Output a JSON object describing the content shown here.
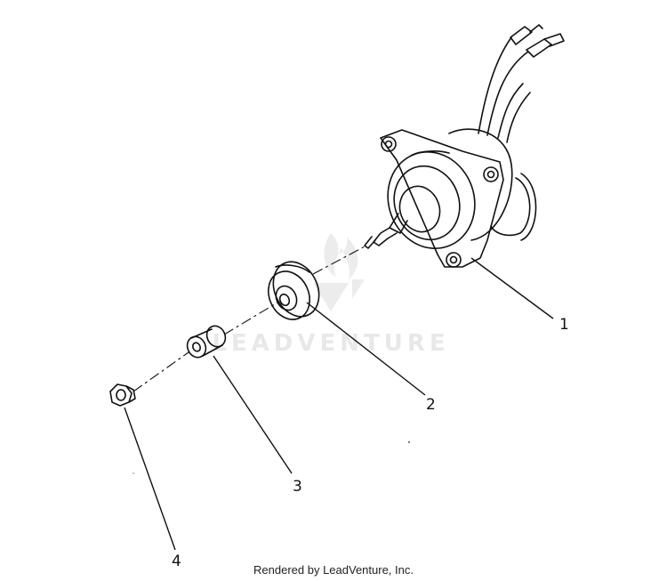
{
  "watermark": {
    "text": "LEADVENTURE"
  },
  "callouts": [
    {
      "label": "1"
    },
    {
      "label": "2"
    },
    {
      "label": "3"
    },
    {
      "label": "4"
    }
  ],
  "footer": {
    "text": "Rendered by LeadVenture, Inc."
  },
  "colors": {
    "line": "#111111",
    "watermark": "#e8e8e8",
    "background": "#ffffff"
  }
}
